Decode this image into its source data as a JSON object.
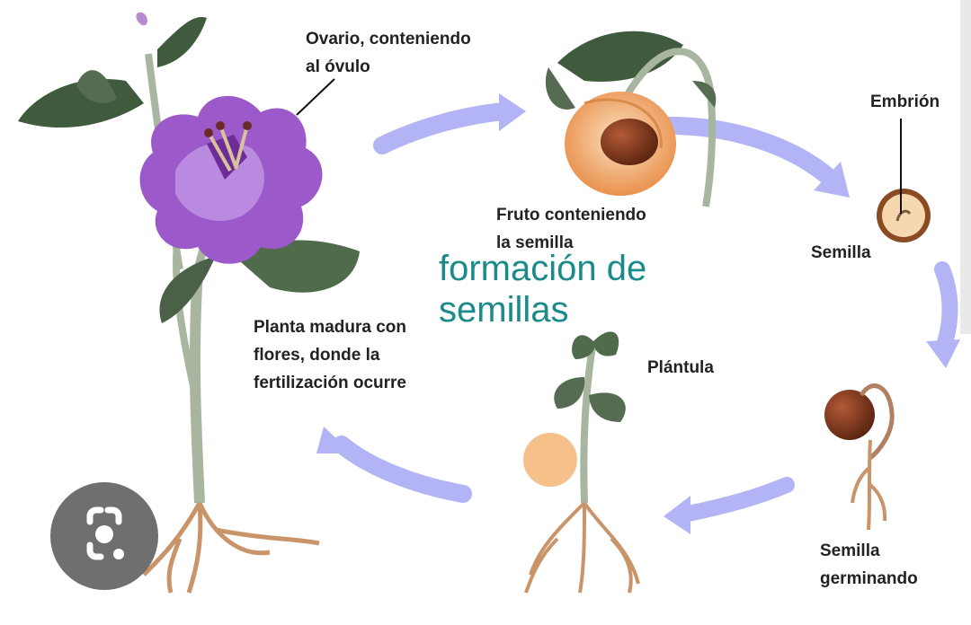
{
  "diagram": {
    "title": [
      "formación de",
      "semillas"
    ],
    "stages": {
      "ovary": [
        "Ovario, conteniendo",
        "al óvulo"
      ],
      "fruit": [
        "Fruto conteniendo",
        "la semilla"
      ],
      "embryo": [
        "Embrión"
      ],
      "seed": [
        "Semilla"
      ],
      "germinating": [
        "Semilla",
        "germinando"
      ],
      "seedling": [
        "Plántula"
      ],
      "mature_plant": [
        "Planta madura con",
        "flores, donde la",
        "fertilización ocurre"
      ]
    }
  },
  "colors": {
    "arrow": "#b3b4f5",
    "title": "#1a8a8a",
    "petal": "#9b59c9",
    "leaf": "#3f5a3d",
    "stem": "#a8b6a0",
    "fruit_flesh": "#f6c08a",
    "seed": "#7b3b1f",
    "root": "#c9946a"
  },
  "overlay": {
    "icon": "google-lens-icon"
  }
}
